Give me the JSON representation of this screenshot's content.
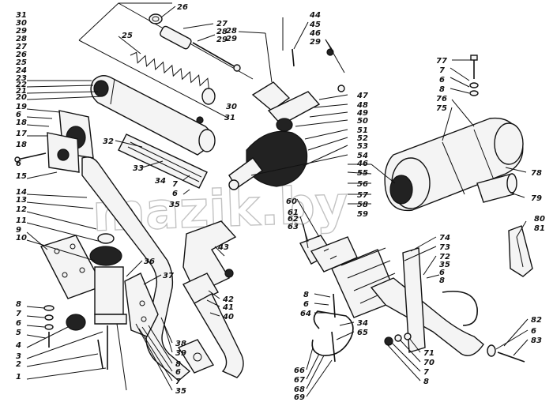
{
  "watermark": "mazik.by",
  "leftColumn": [
    "31",
    "30",
    "29",
    "28",
    "27",
    "26",
    "25",
    "24",
    "23",
    "22",
    "21",
    "20",
    "19",
    "6",
    "18",
    "17",
    "18",
    "6",
    "15",
    "14",
    "13",
    "12",
    "11",
    "9",
    "10",
    "8",
    "7",
    "6",
    "5",
    "4",
    "3",
    "2",
    "1"
  ],
  "labels": {
    "l26": "26",
    "l27": "27",
    "l28a": "28",
    "l29a": "29",
    "l25": "25",
    "l28b": "28",
    "l29b": "29",
    "l30": "30",
    "l31": "31",
    "l44": "44",
    "l45": "45",
    "l46a": "46",
    "l29c": "29",
    "l47": "47",
    "l48": "48",
    "l49": "49",
    "l50": "50",
    "l51": "51",
    "l52": "52",
    "l53": "53",
    "l54": "54",
    "l46b": "46",
    "l55": "55",
    "l56": "56",
    "l57": "57",
    "l58": "58",
    "l59": "59",
    "l32": "32",
    "l33": "33",
    "l34a": "34",
    "l7a": "7",
    "l6a": "6",
    "l35a": "35",
    "l77": "77",
    "l7b": "7",
    "l6b": "6",
    "l8a": "8",
    "l76": "76",
    "l75": "75",
    "l78": "78",
    "l79": "79",
    "l60": "60",
    "l61": "61",
    "l62": "62",
    "l63": "63",
    "l80": "80",
    "l81": "81",
    "l36": "36",
    "l37": "37",
    "l43": "43",
    "l42": "42",
    "l41": "41",
    "l40": "40",
    "l74": "74",
    "l73": "73",
    "l72": "72",
    "l35b": "35",
    "l6c": "6",
    "l8b": "8",
    "l82": "82",
    "l6d": "6",
    "l83": "83",
    "l8c": "8",
    "l6e": "6",
    "l64": "64",
    "l34b": "34",
    "l65": "65",
    "l71": "71",
    "l70": "70",
    "l7c": "7",
    "l8d": "8",
    "l66": "66",
    "l67": "67",
    "l68": "68",
    "l69": "69",
    "l38": "38",
    "l39": "39",
    "l8e": "8",
    "l6f": "6",
    "l7d": "7",
    "l35c": "35"
  }
}
